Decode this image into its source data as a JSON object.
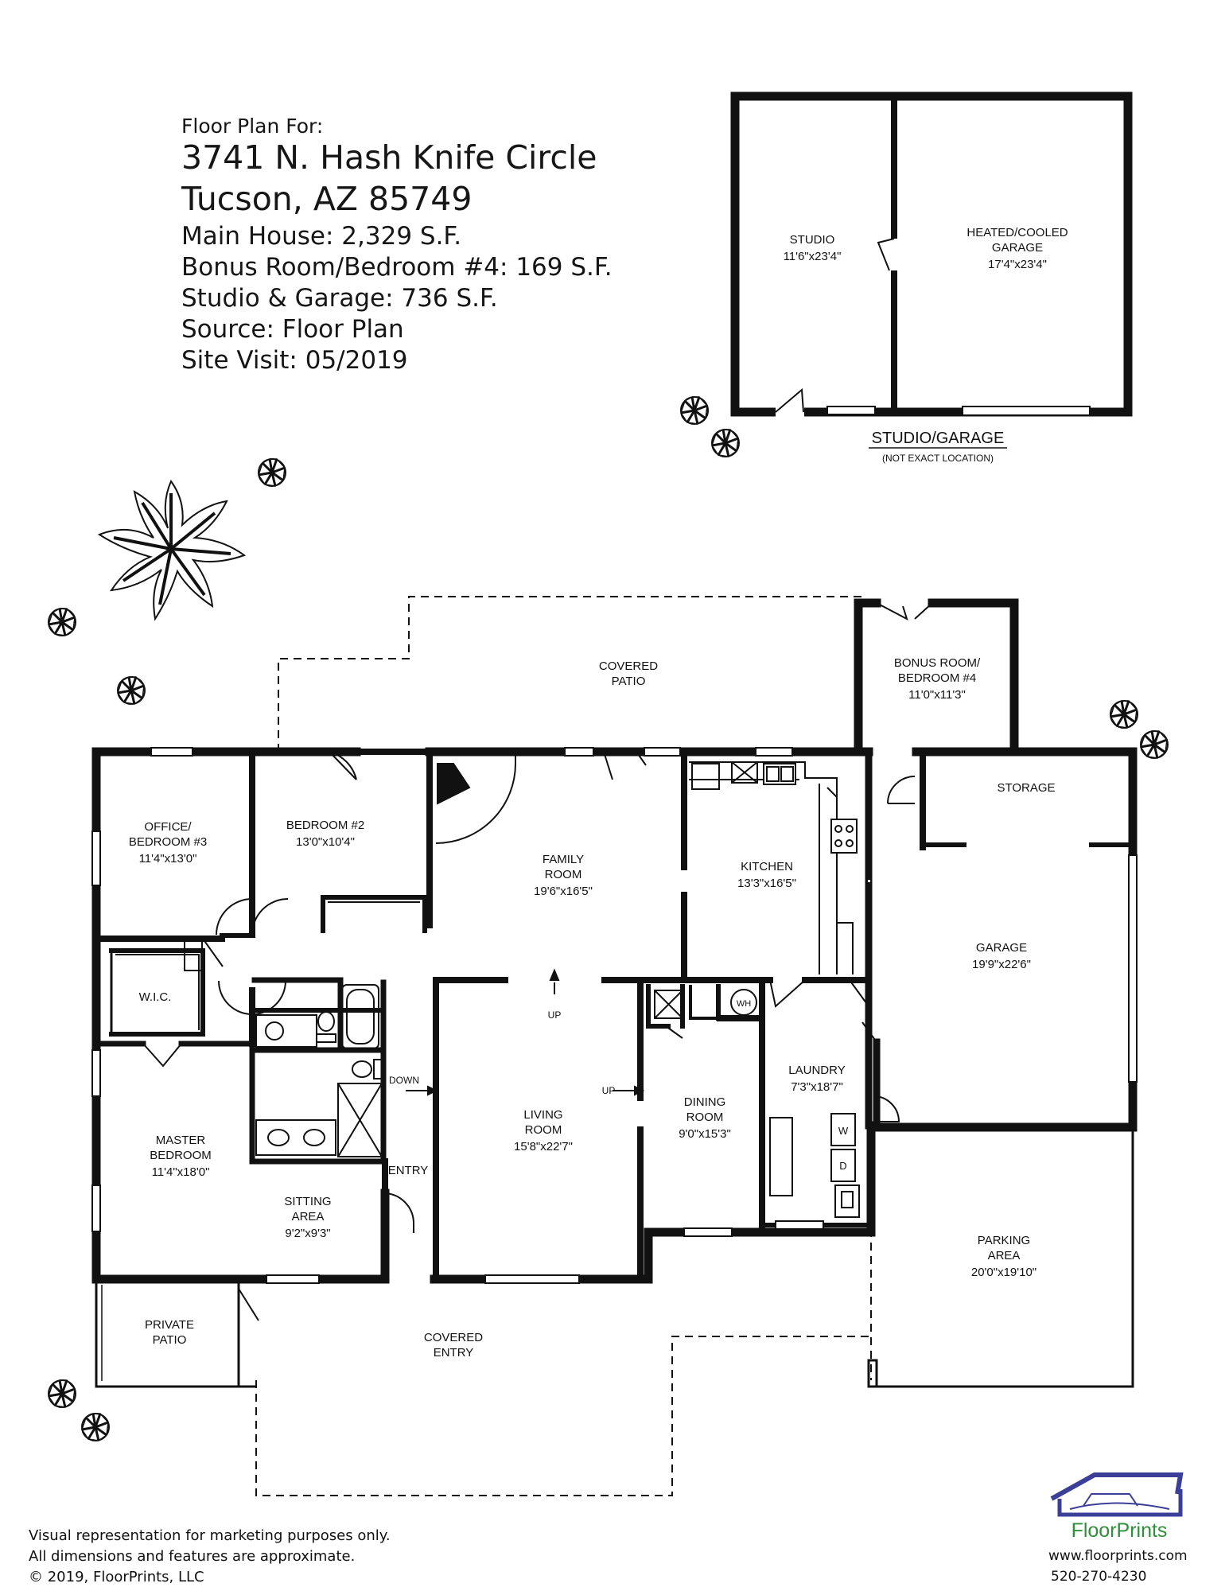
{
  "header": {
    "intro": "Floor Plan For:",
    "address_line1": "3741 N. Hash Knife Circle",
    "address_line2": "Tucson, AZ 85749",
    "main_house": "Main House:  2,329 S.F.",
    "bonus_room": "Bonus Room/Bedroom #4:  169 S.F.",
    "studio_garage": "Studio & Garage:  736 S.F.",
    "source": "Source:  Floor Plan",
    "site_visit": "Site Visit:  05/2019"
  },
  "studio_building": {
    "title": "STUDIO/GARAGE",
    "subtitle": "(NOT EXACT LOCATION)",
    "rooms": {
      "studio": {
        "name": "STUDIO",
        "dims": "11'6\"x23'4\""
      },
      "heated_garage": {
        "name1": "HEATED/COOLED",
        "name2": "GARAGE",
        "dims": "17'4\"x23'4\""
      }
    }
  },
  "rooms": {
    "covered_patio": {
      "name1": "COVERED",
      "name2": "PATIO"
    },
    "bonus_room": {
      "name1": "BONUS ROOM/",
      "name2": "BEDROOM #4",
      "dims": "11'0\"x11'3\""
    },
    "office": {
      "name1": "OFFICE/",
      "name2": "BEDROOM #3",
      "dims": "11'4\"x13'0\""
    },
    "bedroom2": {
      "name": "BEDROOM #2",
      "dims": "13'0\"x10'4\""
    },
    "family_room": {
      "name1": "FAMILY",
      "name2": "ROOM",
      "dims": "19'6\"x16'5\""
    },
    "kitchen": {
      "name": "KITCHEN",
      "dims": "13'3\"x16'5\""
    },
    "storage": {
      "name": "STORAGE"
    },
    "garage": {
      "name": "GARAGE",
      "dims": "19'9\"x22'6\""
    },
    "wic": {
      "name": "W.I.C."
    },
    "master": {
      "name1": "MASTER",
      "name2": "BEDROOM",
      "dims": "11'4\"x18'0\""
    },
    "sitting": {
      "name1": "SITTING",
      "name2": "AREA",
      "dims": "9'2\"x9'3\""
    },
    "living": {
      "name1": "LIVING",
      "name2": "ROOM",
      "dims": "15'8\"x22'7\""
    },
    "dining": {
      "name1": "DINING",
      "name2": "ROOM",
      "dims": "9'0\"x15'3\""
    },
    "laundry": {
      "name": "LAUNDRY",
      "dims": "7'3\"x18'7\""
    },
    "parking": {
      "name1": "PARKING",
      "name2": "AREA",
      "dims": "20'0\"x19'10\""
    },
    "private_patio": {
      "name1": "PRIVATE",
      "name2": "PATIO"
    },
    "covered_entry": {
      "name1": "COVERED",
      "name2": "ENTRY"
    },
    "entry": {
      "name": "ENTRY"
    }
  },
  "markers": {
    "up1": "UP",
    "up2": "UP",
    "down": "DOWN",
    "wh": "WH",
    "washer": "W",
    "dryer": "D"
  },
  "footer": {
    "disclaimer1": "Visual representation for marketing purposes only.",
    "disclaimer2": "All dimensions and features are approximate.",
    "copyright": "© 2019, FloorPrints, LLC",
    "brand": "FloorPrints",
    "website": "www.floorprints.com",
    "phone": "520-270-4230"
  },
  "colors": {
    "wall": "#111111",
    "logo_blue": "#3b3f98",
    "logo_green": "#2f8f3a"
  }
}
